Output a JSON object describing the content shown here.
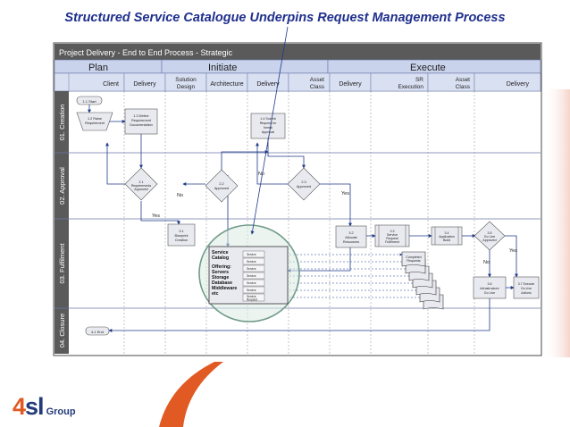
{
  "slide_title": "Structured Service Catalogue Underpins Request Management Process",
  "frame_title": "Project Delivery - End to End Process - Strategic",
  "phases": [
    "Plan",
    "Initiate",
    "Execute"
  ],
  "lanes_top": [
    "Client",
    "Delivery",
    "Solution Design",
    "Architecture",
    "Delivery",
    "Asset Class",
    "Delivery",
    "SR Execution",
    "Asset Class",
    "Delivery"
  ],
  "rows": [
    "01. Creation",
    "02. Approval",
    "03. Fulfilment",
    "04. Closure"
  ],
  "nodes": {
    "start": "1.1 Start",
    "raise": "1.2 Raise Requirement",
    "define": "1.3 Define Requirement Documentation",
    "submit": "1.4 Submit Request for formal Approval",
    "approve_req": "2.1 Requirements Approved",
    "approved_22": "2.2 Approved",
    "approved_23": "2.3 Approved",
    "blueprint": "3.1 Blueprint Creation",
    "allocate": "3.2 Allocate Resources",
    "service_req": "3.3 Service Request Fulfilment",
    "app_build": "3.4 Application Build",
    "golive": "3.5 Go Live Approved",
    "infra": "3.6 Infrastructure Go Live",
    "execute": "3.7 Execute Go Live Actions",
    "end": "4.1 End",
    "completed": "Completed Requests"
  },
  "labels": {
    "yes": "Yes",
    "no": "No"
  },
  "catalog": {
    "title": "Service Catalog",
    "offering": "Offering:",
    "items": [
      "Servers",
      "Storage",
      "Database",
      "Middleware",
      "etc"
    ],
    "entry": "Service Request"
  },
  "logo": {
    "digit": "4",
    "letters": "sl",
    "group": "Group"
  },
  "colors": {
    "title": "#1f2f8c",
    "header": "#555555",
    "lane": "#c9d3ec",
    "node": "#e9eaf0",
    "accent": "#e15a24"
  }
}
